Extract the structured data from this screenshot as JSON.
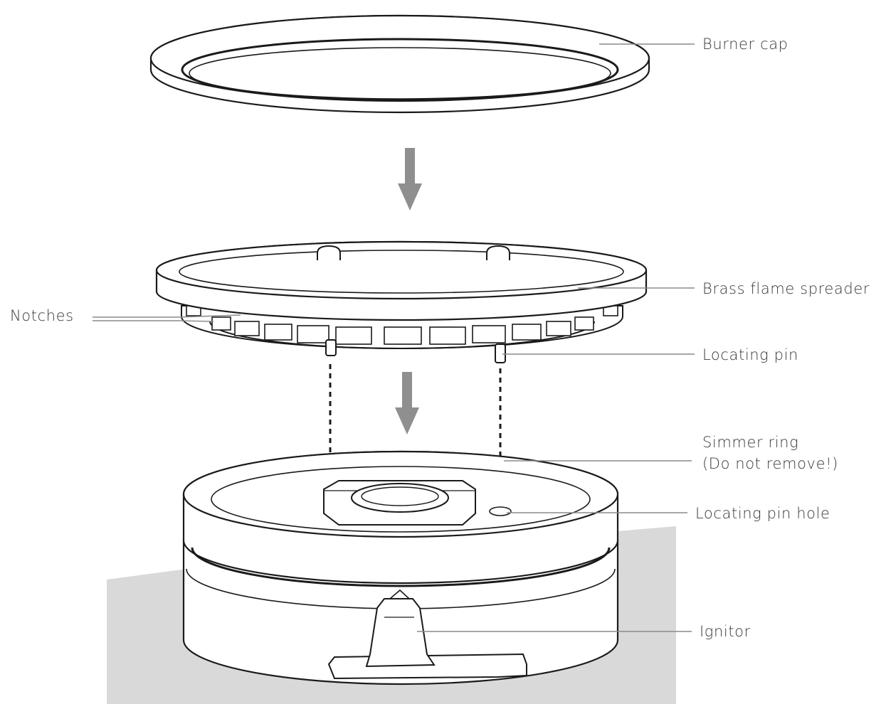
{
  "labels": {
    "burner_cap": "Burner cap",
    "brass_flame_spreader": "Brass flame spreader",
    "notches": "Notches",
    "locating_pin": "Locating pin",
    "simmer_ring_line1": "Simmer ring",
    "simmer_ring_line2": "(Do not remove!)",
    "locating_pin_hole": "Locating pin hole",
    "ignitor": "Ignitor"
  },
  "colors": {
    "line": "#1a1a1a",
    "leader": "#8a8a8a",
    "arrow": "#8f8f8f",
    "base_surface": "#d9d9d9",
    "label_text": "#3a3a3a"
  }
}
